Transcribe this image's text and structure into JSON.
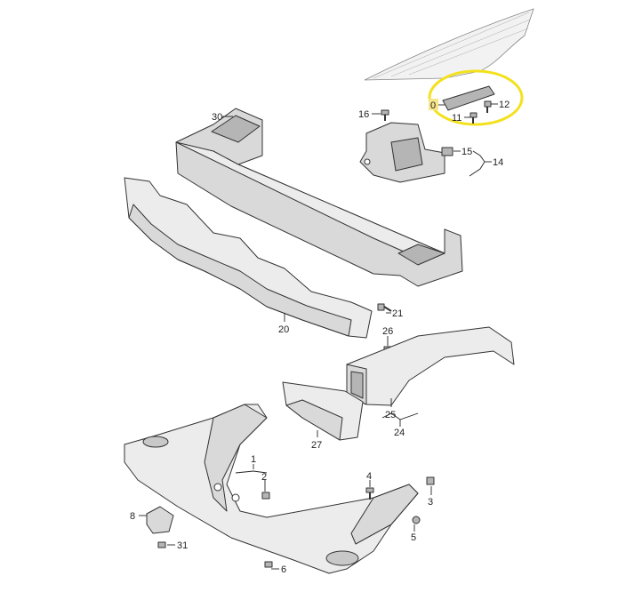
{
  "highlight_color": "#f3e11d",
  "labels": {
    "p0": "0",
    "p1": "1",
    "p2": "2",
    "p3": "3",
    "p4": "4",
    "p5": "5",
    "p6": "6",
    "p8": "8",
    "p11": "11",
    "p12": "12",
    "p14": "14",
    "p15": "15",
    "p16": "16",
    "p20": "20",
    "p21": "21",
    "p24": "24",
    "p25": "25",
    "p26": "26",
    "p27": "27",
    "p30": "30",
    "p31": "31"
  }
}
